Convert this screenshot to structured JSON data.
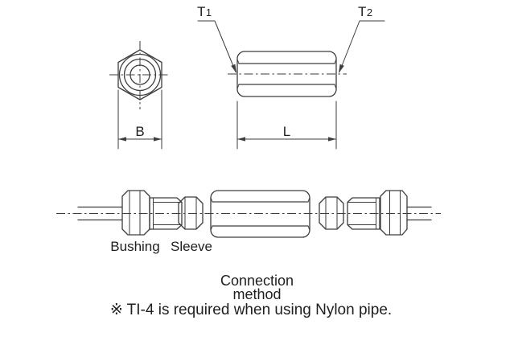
{
  "colors": {
    "background": "#ffffff",
    "line": "#3d3d3d",
    "text": "#1f1f1f"
  },
  "views": {
    "front_view": {
      "dimension_label": "B"
    },
    "side_view": {
      "dimension_label": "L",
      "thread_left": {
        "main": "T",
        "sub": "1"
      },
      "thread_right": {
        "main": "T",
        "sub": "2"
      }
    }
  },
  "assembly": {
    "part_labels": {
      "bushing": "Bushing",
      "sleeve": "Sleeve"
    }
  },
  "caption": {
    "line1": "Connection",
    "line2": "method",
    "note": "※ TI-4 is required when using Nylon pipe."
  }
}
